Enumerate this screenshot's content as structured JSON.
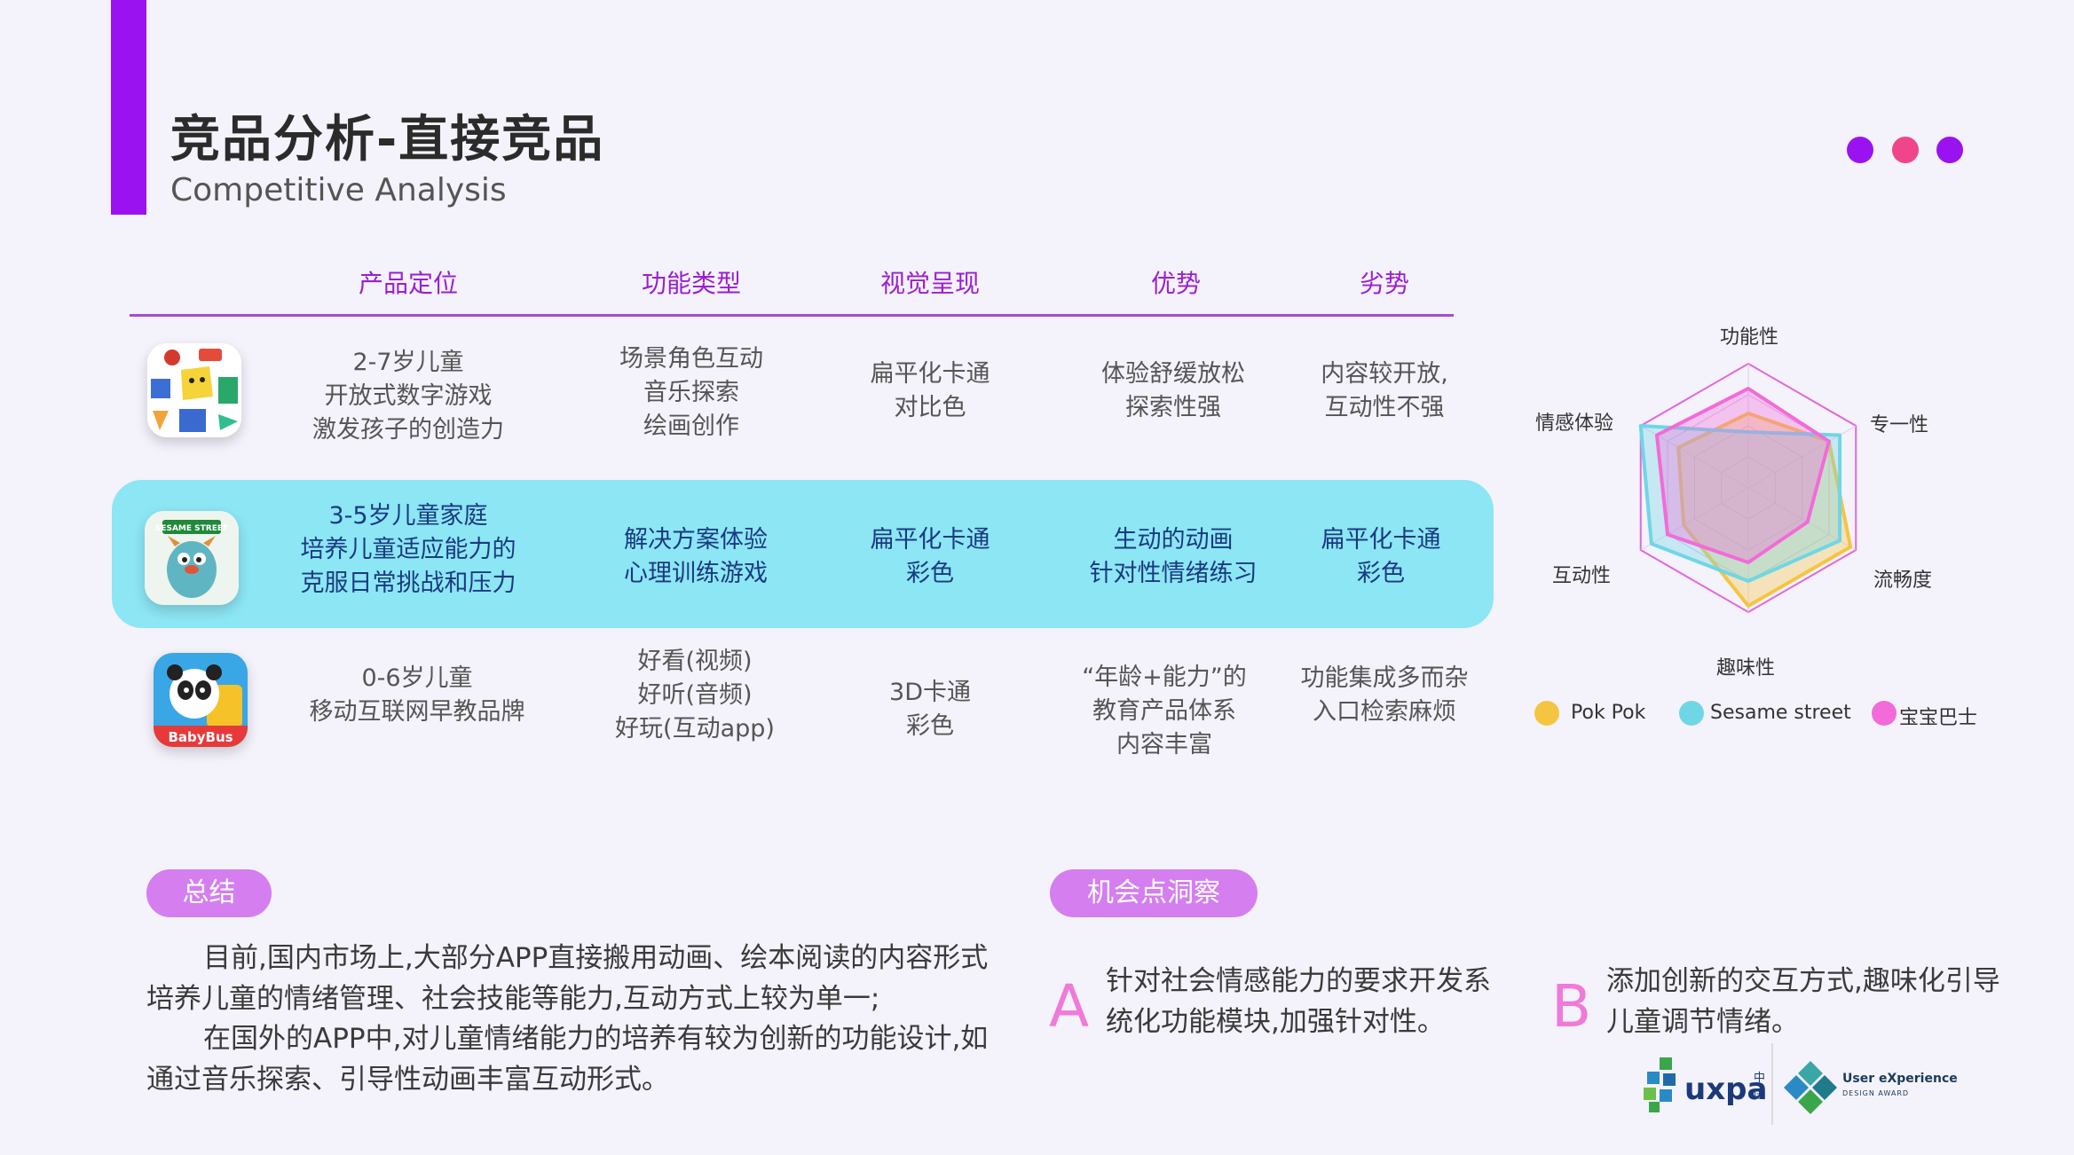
{
  "header": {
    "title": "竞品分析-直接竞品",
    "subtitle": "Competitive Analysis"
  },
  "dots": [
    "#9b12f0",
    "#f0458a",
    "#9b12f0"
  ],
  "table": {
    "columns": [
      "产品定位",
      "功能类型",
      "视觉呈现",
      "优势",
      "劣势"
    ],
    "rows": [
      {
        "cells": [
          "2-7岁儿童\n开放式数字游戏\n激发孩子的创造力",
          "场景角色互动\n音乐探索\n绘画创作",
          "扁平化卡通\n对比色",
          "体验舒缓放松\n探索性强",
          "内容较开放,\n互动性不强"
        ]
      },
      {
        "cells": [
          "3-5岁儿童家庭\n培养儿童适应能力的\n克服日常挑战和压力",
          "解决方案体验\n心理训练游戏",
          "扁平化卡通\n彩色",
          "生动的动画\n针对性情绪练习",
          "扁平化卡通\n彩色"
        ],
        "highlight": true,
        "badge": "SESAME STREET"
      },
      {
        "cells": [
          "0-6岁儿童\n移动互联网早教品牌",
          "好看(视频)\n好听(音频)\n好玩(互动app)",
          "3D卡通\n彩色",
          "“年龄+能力”的\n教育产品体系\n内容丰富",
          "功能集成多而杂\n入口检索麻烦"
        ],
        "badge": "BabyBus"
      }
    ]
  },
  "radar": {
    "axes": [
      "功能性",
      "专一性",
      "流畅度",
      "趣味性",
      "互动性",
      "情感体验"
    ],
    "series": [
      {
        "name": "Pok Pok",
        "color": "#f5c542",
        "values": [
          0.6,
          0.75,
          0.95,
          0.95,
          0.6,
          0.65
        ]
      },
      {
        "name": "Sesame street",
        "color": "#6fd6e6",
        "values": [
          0.45,
          0.85,
          0.85,
          0.75,
          0.9,
          1.0
        ]
      },
      {
        "name": "宝宝巴士",
        "color": "#f26bd8",
        "values": [
          0.8,
          0.75,
          0.55,
          0.6,
          0.75,
          0.85
        ]
      }
    ]
  },
  "summary": {
    "label": "总结",
    "paragraphs": [
      "目前,国内市场上,大部分APP直接搬用动画、绘本阅读的内容形式培养儿童的情绪管理、社会技能等能力,互动方式上较为单一;",
      "在国外的APP中,对儿童情绪能力的培养有较为创新的功能设计,如通过音乐探索、引导性动画丰富互动形式。"
    ]
  },
  "opportunity": {
    "label": "机会点洞察",
    "items": [
      {
        "letter": "A",
        "text": "针对社会情感能力的要求开发系统化功能模块,加强针对性。"
      },
      {
        "letter": "B",
        "text": "添加创新的交互方式,趣味化引导儿童调节情绪。"
      }
    ]
  },
  "logos": {
    "uxpa": "uxpa",
    "uxpa_cn": "中国",
    "award_line1": "User eXperience",
    "award_line2": "DESIGN AWARD"
  }
}
